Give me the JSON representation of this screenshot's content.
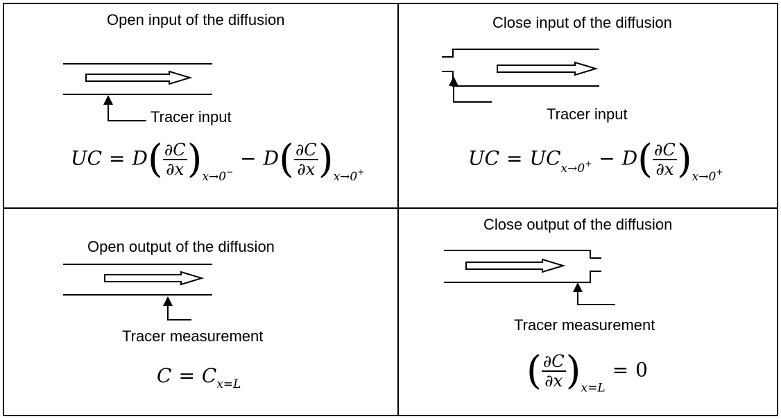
{
  "cells": {
    "top_left": {
      "title": "Open input of the diffusion",
      "label": "Tracer input",
      "eq": {
        "lhs": "UC",
        "eq": "=",
        "d1": "D",
        "num": "∂C",
        "den": "∂x",
        "sub1": "x→0",
        "sup1": "−",
        "minus": "−",
        "d2": "D",
        "sub2": "x→0",
        "sup2": "+"
      }
    },
    "top_right": {
      "title": "Close input of the diffusion",
      "label": "Tracer input",
      "eq": {
        "lhs": "UC",
        "eq": "=",
        "term1": "UC",
        "sub1": "x→0",
        "sup1": "+",
        "minus": "−",
        "d2": "D",
        "num": "∂C",
        "den": "∂x",
        "sub2": "x→0",
        "sup2": "+"
      }
    },
    "bottom_left": {
      "title": "Open output of the diffusion",
      "label": "Tracer measurement",
      "eq": {
        "lhs": "C",
        "eq": "=",
        "rhs": "C",
        "sub": "x=L"
      }
    },
    "bottom_right": {
      "title": "Close output of the diffusion",
      "label": "Tracer measurement",
      "eq": {
        "num": "∂C",
        "den": "∂x",
        "sub": "x=L",
        "eq": "=",
        "rhs": "0"
      }
    }
  }
}
